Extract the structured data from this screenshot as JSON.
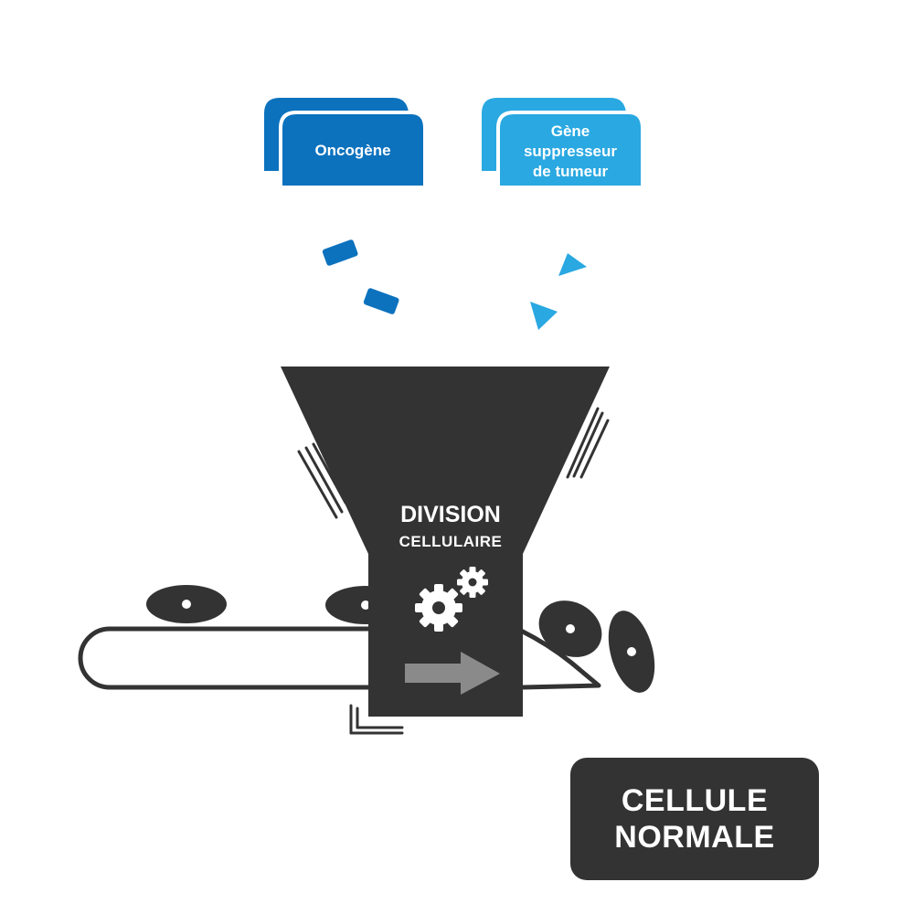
{
  "colors": {
    "oncogene": "#0c72be",
    "suppressor": "#29a8e1",
    "machine": "#333333",
    "arrow": "#8a8a8a",
    "outline": "#333333",
    "text_on_dark": "#ffffff"
  },
  "cards": {
    "oncogene": {
      "lines": [
        "Oncogène"
      ]
    },
    "suppressor": {
      "lines": [
        "Gène",
        "suppresseur",
        "de tumeur"
      ]
    }
  },
  "funnel": {
    "title": "DIVISION",
    "subtitle": "CELLULAIRE"
  },
  "status": {
    "line1": "CELLULE",
    "line2": "NORMALE"
  },
  "icons": {
    "gears": "gears-icon",
    "arrow": "right-arrow-icon"
  }
}
